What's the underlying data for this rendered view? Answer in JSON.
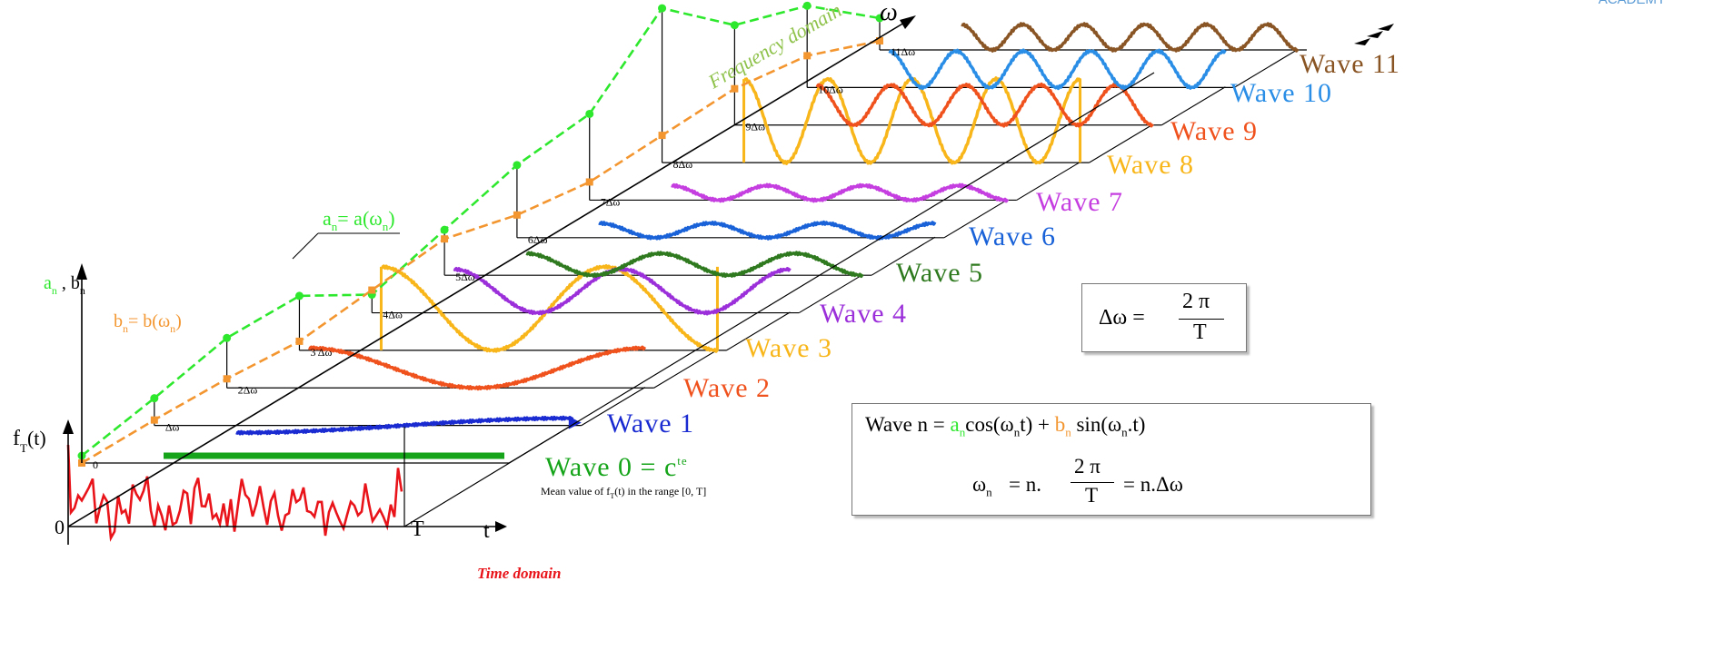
{
  "brand": {
    "text": "ACADEMY",
    "color": "#5b9bd5"
  },
  "axes": {
    "omega": "ω",
    "t": "t",
    "ft": "f",
    "ft_sub": "T",
    "ft_suffix": "(t)",
    "ab": "a",
    "ab_sub": "n",
    "ab_mid": " , b",
    "ab_sub2": "n",
    "origin": "0",
    "T": "T"
  },
  "domains": {
    "frequency": "Frequency domain",
    "time": "Time domain"
  },
  "curves": {
    "an_label": "a",
    "an_sub": "n",
    "an_rest": "= a(ω",
    "an_sub2": "n",
    "an_end": ")",
    "bn_label": "b",
    "bn_sub": "n",
    "bn_rest": "= b(ω",
    "bn_sub2": "n",
    "bn_end": ")",
    "an_color": "#2ee82e",
    "bn_color": "#f39630"
  },
  "ticks": [
    "0",
    "Δω",
    "2Δω",
    "3 Δω",
    "4Δω",
    "5Δω",
    "6Δω",
    "7Δω",
    "8Δω",
    "9Δω",
    "10Δω",
    "11Δω"
  ],
  "waves": [
    {
      "label": "Wave 0 = c",
      "sup": "te",
      "color": "#16a51a"
    },
    {
      "label": "Wave 1",
      "color": "#1a2bd1"
    },
    {
      "label": "Wave 2",
      "color": "#f0521e"
    },
    {
      "label": "Wave 3",
      "color": "#f8b61a"
    },
    {
      "label": "Wave 4",
      "color": "#9b2fd9"
    },
    {
      "label": "Wave 5",
      "color": "#2f7a1f"
    },
    {
      "label": "Wave 6",
      "color": "#1a62d8"
    },
    {
      "label": "Wave 7",
      "color": "#c53fe0"
    },
    {
      "label": "Wave 8",
      "color": "#f8b61a"
    },
    {
      "label": "Wave 9",
      "color": "#f0521e"
    },
    {
      "label": "Wave 10",
      "color": "#2a8de6"
    },
    {
      "label": "Wave 11",
      "color": "#8a5524"
    }
  ],
  "mean_note": {
    "before": "Mean value of  f",
    "sub": "T",
    "after": "(t) in the range  [0, T]"
  },
  "formula_delta": {
    "lhs": "Δω  =",
    "num": "2 π",
    "den": "T"
  },
  "formula_wave": {
    "wave": "Wave  n  =",
    "an": "a",
    "an_sub": "n",
    "cos": "cos(ω",
    "cos_sub": "n",
    "cos_end": "t)   +",
    "bn": "b",
    "bn_sub": "n",
    "sin": "sin(ω",
    "sin_sub": "n",
    "sin_end": ".t)",
    "omega": "ω",
    "omega_sub": "n",
    "eq1": "=  n.",
    "num": "2 π",
    "den": "T",
    "eq2": "=  n.Δω"
  }
}
